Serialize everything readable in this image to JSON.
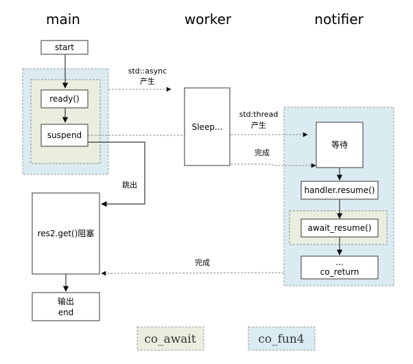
{
  "lanes": {
    "main": "main",
    "worker": "worker",
    "notifier": "notifier"
  },
  "nodes": {
    "start": "start",
    "ready": "ready()",
    "suspend": "suspend",
    "sleep": "Sleep...",
    "res_get": "res2.get()阻塞",
    "output_line1": "输出",
    "output_line2": "end",
    "wait": "等待",
    "handler_resume": "handler.resume()",
    "await_resume": "await_resume()",
    "co_return_line1": "...",
    "co_return_line2": "co_return"
  },
  "edge_labels": {
    "async_line1": "std::async",
    "async_line2": "产生",
    "thread_line1": "std:thread",
    "thread_line2": "产生",
    "worker_done": "完成",
    "jump_out": "跳出",
    "notifier_done": "完成"
  },
  "legend": {
    "co_await": "co_await",
    "co_fun4": "co_fun4"
  },
  "colors": {
    "co_fun4_fill": "#daebf2",
    "co_await_fill": "#e9eedf",
    "dashed_border": "#9a9a9a",
    "box_border": "#555555",
    "arrow": "#111111"
  }
}
